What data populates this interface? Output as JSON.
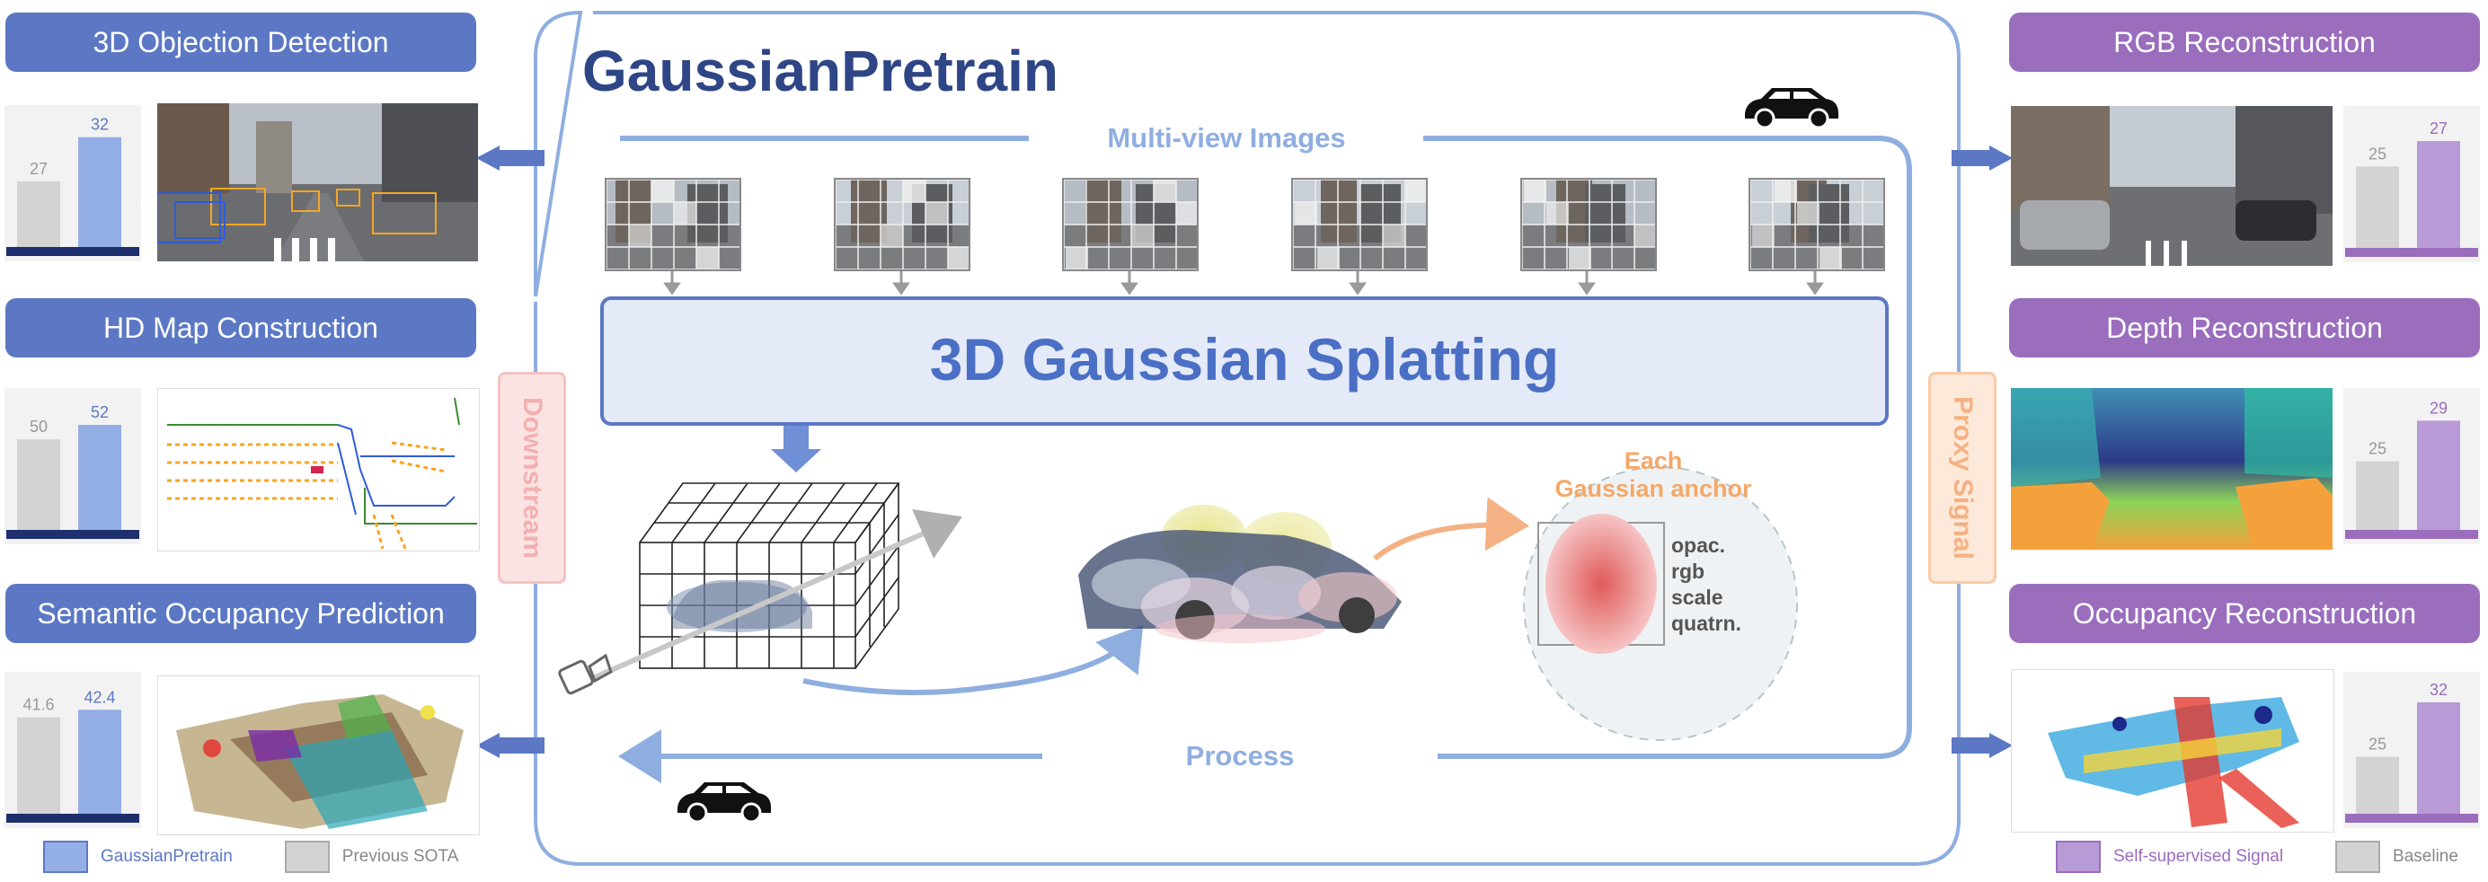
{
  "title": "GaussianPretrain",
  "center": {
    "multiview_label": "Multi-view Images",
    "splat_label": "3D Gaussian Splatting",
    "process_label": "Process",
    "anchor_label_line1": "Each",
    "anchor_label_line2": "Gaussian anchor",
    "anchor_attrs": [
      "opac.",
      "rgb",
      "scale",
      "quatrn."
    ]
  },
  "side_labels": {
    "left": "Downstream",
    "right": "Proxy Signal"
  },
  "left_tasks": [
    {
      "label": "3D Objection Detection",
      "baseline": 27,
      "ours": 32
    },
    {
      "label": "HD Map Construction",
      "baseline": 50,
      "ours": 52
    },
    {
      "label": "Semantic Occupancy Prediction",
      "baseline": 41.6,
      "ours": 42.4
    }
  ],
  "right_tasks": [
    {
      "label": "RGB Reconstruction",
      "baseline": 25,
      "ours": 27
    },
    {
      "label": "Depth Reconstruction",
      "baseline": 25,
      "ours": 29
    },
    {
      "label": "Occupancy Reconstruction",
      "baseline": 25,
      "ours": 32
    }
  ],
  "legend_left": {
    "ours": "GaussianPretrain",
    "prev": "Previous SOTA"
  },
  "legend_right": {
    "ours": "Self-supervised Signal",
    "prev": "Baseline"
  },
  "colors": {
    "blue_label": "#5c78c4",
    "blue_bar": "#94aee6",
    "purple_label": "#9a6dbd",
    "purple_bar": "#b89bd6",
    "gray_bar": "#d3d3d3",
    "frame": "#8faee0",
    "title": "#2e4586"
  }
}
